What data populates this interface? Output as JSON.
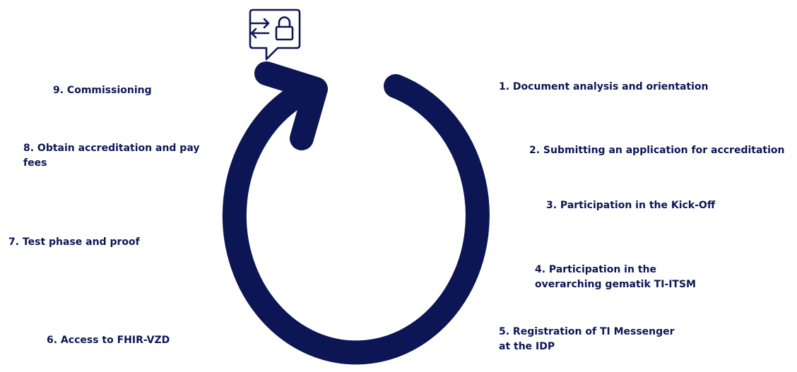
{
  "colors": {
    "primary": "#0c1654",
    "background": "#ffffff"
  },
  "icon": {
    "name": "secure-message-exchange-icon"
  },
  "steps": [
    {
      "lines": [
        "1. Document analysis and orientation"
      ]
    },
    {
      "lines": [
        "2. Submitting an application for accreditation"
      ]
    },
    {
      "lines": [
        "3. Participation in the Kick-Off"
      ]
    },
    {
      "lines": [
        "4. Participation in the",
        "overarching gematik TI-ITSM"
      ]
    },
    {
      "lines": [
        "5. Registration of TI Messenger",
        "at the IDP"
      ]
    },
    {
      "lines": [
        "6. Access to FHIR-VZD"
      ]
    },
    {
      "lines": [
        "7. Test phase and proof"
      ]
    },
    {
      "lines": [
        "8. Obtain accreditation and pay",
        "fees"
      ]
    },
    {
      "lines": [
        "9. Commissioning"
      ]
    }
  ]
}
